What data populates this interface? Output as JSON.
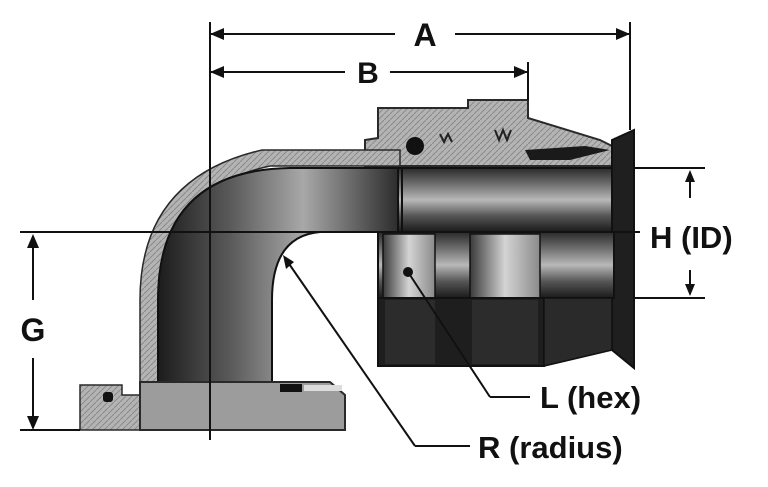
{
  "dimensions": {
    "a": "A",
    "b": "B",
    "g": "G",
    "h": "H (ID)",
    "l": "L (hex)",
    "r": "R (radius)"
  },
  "colors": {
    "ink": "#111111",
    "steel_dark": "#1e1e1e",
    "steel_mid": "#5a5a5a",
    "steel_light": "#c9c9c9",
    "section_hatch": "#9c9c9c"
  }
}
